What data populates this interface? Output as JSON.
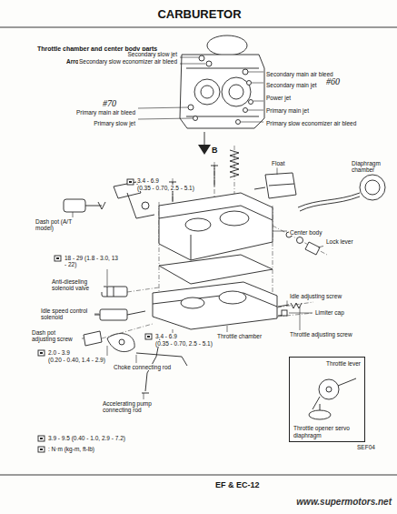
{
  "diagram": {
    "title": "CARBURETOR",
    "nodes": [
      {
        "text": [
          "Throttle lever",
          "Throttle opener servo diaphragm"
        ]
      }
    ],
    "labels": [
      "Throttle chamber and center body parts",
      "Arrow B",
      "Secondary slow jet",
      "Secondary slow economizer air bleed",
      "Secondary main air bleed",
      "Secondary main jet",
      "#60",
      "Power jet",
      "#70",
      "Primary main air bleed",
      "Primary main jet",
      "Primary slow jet",
      "Primary slow economizer air bleed",
      "B",
      "Float",
      "Diaphragm chamber",
      "3.4 - 6.9",
      "(0.35 - 0.70, 2.5 - 5.1)",
      "Dash pot (A/T model)",
      "Center body",
      "Lock lever",
      "18 - 29 (1.8 - 3.0, 13 - 22)",
      "Anti-dieseling solenoid valve",
      "Idle speed control solenoid",
      "Idle adjusting screw",
      "Limiter cap",
      "Dash pot adjusting screw",
      "2.0 - 3.9",
      "(0.20 - 0.40, 1.4 - 2.9)",
      "Throttle chamber",
      "Throttle adjusting screw",
      "3.4 - 6.9",
      "(0.35 - 0.70, 2.5 - 5.1)",
      "Choke connecting rod",
      "Accelerating pump connecting rod",
      "3.9 - 9.5 (0.40 - 1.0, 2.9 - 7.2)",
      ": N·m (kg-m, ft-lb)",
      "SEF04",
      "EF & EC-12",
      "www.supermotors.net"
    ]
  }
}
